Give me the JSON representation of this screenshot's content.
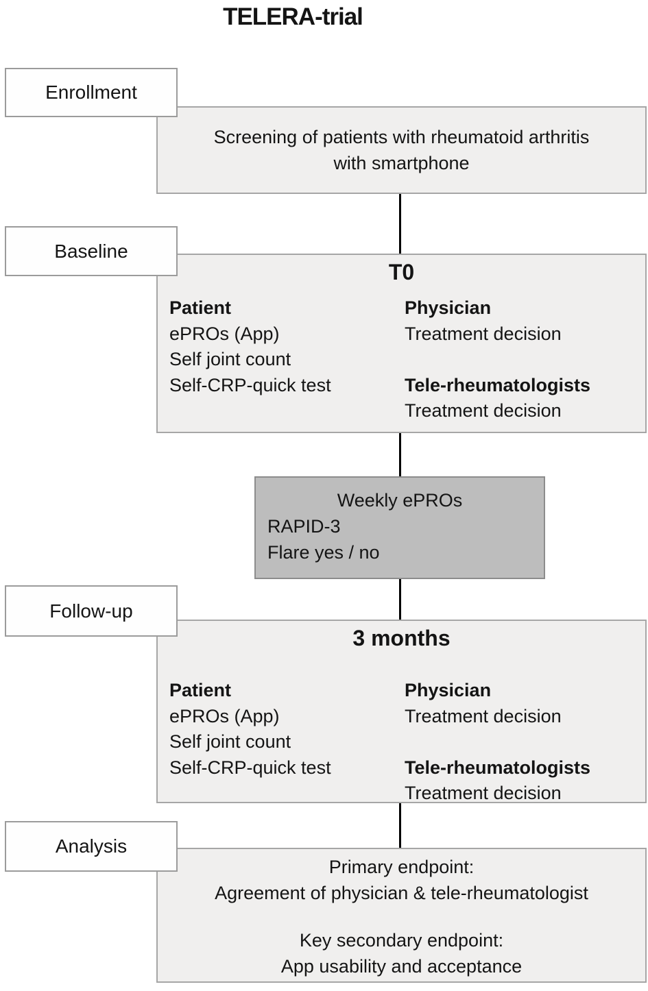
{
  "title": "TELERA-trial",
  "labels": {
    "enrollment": "Enrollment",
    "baseline": "Baseline",
    "followup": "Follow-up",
    "analysis": "Analysis"
  },
  "screening": {
    "lines": [
      "Screening of patients with rheumatoid arthritis",
      "with smartphone"
    ]
  },
  "sessions": [
    {
      "title": "T0",
      "patient": {
        "header": "Patient",
        "items": [
          "ePROs (App)",
          "Self joint count",
          "Self-CRP-quick test"
        ]
      },
      "physician": {
        "header": "Physician",
        "item": "Treatment decision"
      },
      "tele": {
        "header": "Tele-rheumatologists",
        "item": "Treatment decision"
      }
    },
    {
      "title": "3 months",
      "patient": {
        "header": "Patient",
        "items": [
          "ePROs (App)",
          "Self joint count",
          "Self-CRP-quick test"
        ]
      },
      "physician": {
        "header": "Physician",
        "item": "Treatment decision"
      },
      "tele": {
        "header": "Tele-rheumatologists",
        "item": "Treatment decision"
      }
    }
  ],
  "weekly": {
    "line1": "Weekly ePROs",
    "line2": "RAPID-3",
    "line3": "Flare yes / no"
  },
  "analysis": {
    "primary_label": "Primary endpoint:",
    "primary_text": "Agreement of physician & tele-rheumatologist",
    "secondary_label": "Key secondary endpoint:",
    "secondary_text": "App usability and acceptance"
  },
  "colors": {
    "box_fill_light": "#f0efee",
    "box_border_light": "#a6a6a6",
    "box_fill_dark": "#bdbdbd",
    "box_border_dark": "#8c8c8c",
    "label_fill": "#fefefe",
    "label_border": "#9b9b9b",
    "connector": "#000000",
    "text": "#141414"
  }
}
